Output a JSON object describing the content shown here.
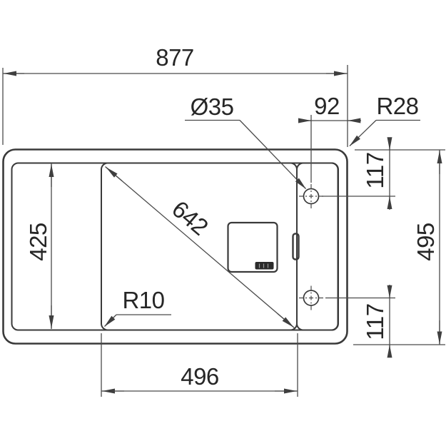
{
  "labels": {
    "overall_width": "877",
    "hole_offset_right": "92",
    "rim_corner_radius": "R28",
    "tap_hole_diameter": "Ø35",
    "hole_offset_top": "117",
    "overall_depth": "495",
    "inner_depth": "425",
    "bowl_diagonal": "642",
    "bowl_corner_radius": "R10",
    "bowl_width": "496",
    "hole_offset_bottom": "117"
  },
  "colors": {
    "outline": "#3a3a3a",
    "dimension_line": "#4a4a4a",
    "text": "#262626",
    "background": "#ffffff"
  }
}
